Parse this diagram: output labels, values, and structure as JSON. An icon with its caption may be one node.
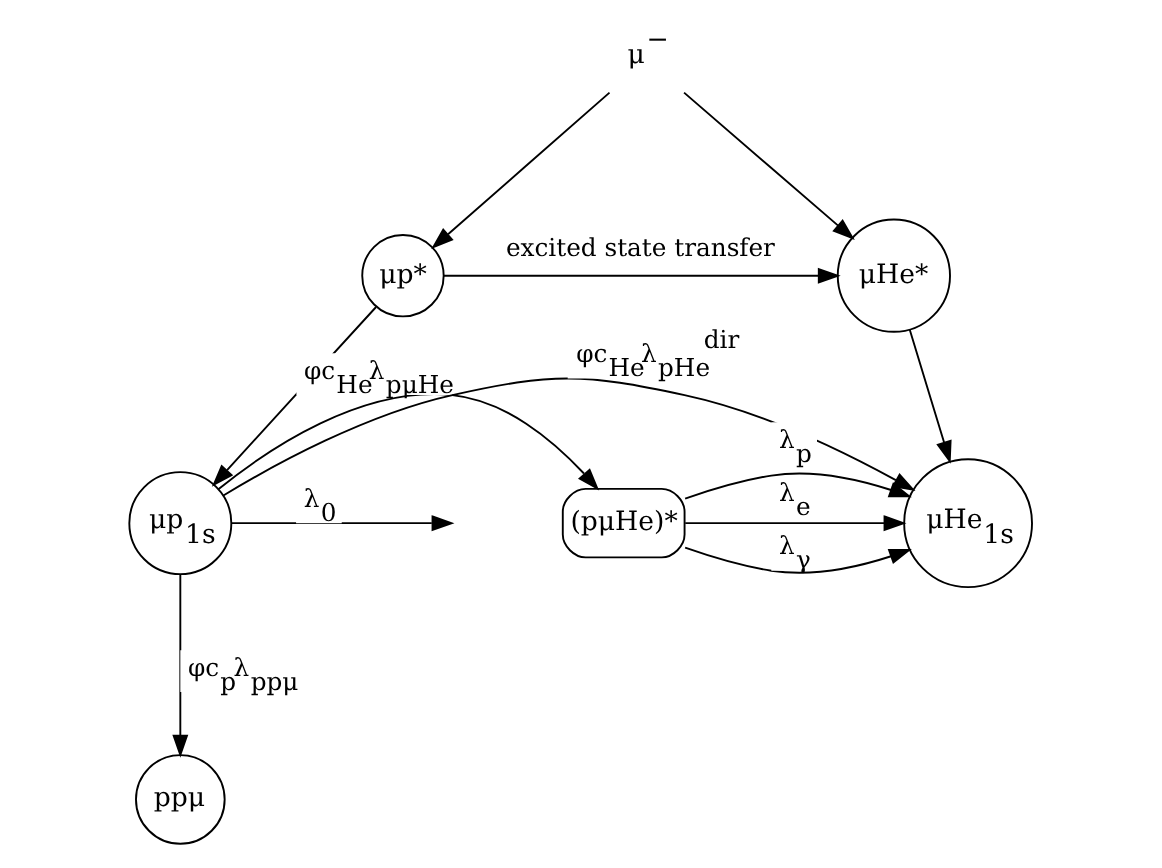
{
  "diagram": {
    "nodes": [
      {
        "text": [
          "μ$^{−}$"
        ]
      },
      {
        "text": [
          "μp*"
        ]
      },
      {
        "text": [
          "μHe*"
        ]
      },
      {
        "text": [
          "μp$_{1s}$"
        ]
      },
      {
        "text": [
          "(pμHe)*"
        ]
      },
      {
        "text": [
          "μHe$_{1s}$"
        ]
      },
      {
        "text": [
          "ppμ"
        ]
      }
    ],
    "edges": [
      {
        "from": 0,
        "to": 1,
        "arrow": "to"
      },
      {
        "from": 0,
        "to": 2,
        "arrow": "to"
      },
      {
        "from": 1,
        "to": 2,
        "arrow": "to",
        "label": "excited state transfer"
      },
      {
        "from": 1,
        "to": 3,
        "arrow": "to"
      },
      {
        "from": 2,
        "to": 5,
        "arrow": "to"
      },
      {
        "from": 3,
        "to": 5,
        "arrow": "to",
        "label": "φc$_{He}$λ$_{pHe}$$^{dir}$"
      },
      {
        "from": 3,
        "to": null,
        "arrow": "to",
        "label": "λ$_{0}$"
      },
      {
        "from": 3,
        "to": 4,
        "arrow": "to",
        "label": "φc$_{He}$λ$_{pμHe}$"
      },
      {
        "from": 4,
        "to": 5,
        "arrow": "to",
        "label": "λ$_{e}$"
      },
      {
        "from": 4,
        "to": 5,
        "arrow": "to",
        "label": "λ$_{γ}$"
      },
      {
        "from": 4,
        "to": 5,
        "arrow": "to",
        "label": "λ$_{p}$"
      },
      {
        "from": 3,
        "to": 6,
        "arrow": "to",
        "label": "φc$_{p}$λ$_{ppμ}$"
      }
    ]
  }
}
